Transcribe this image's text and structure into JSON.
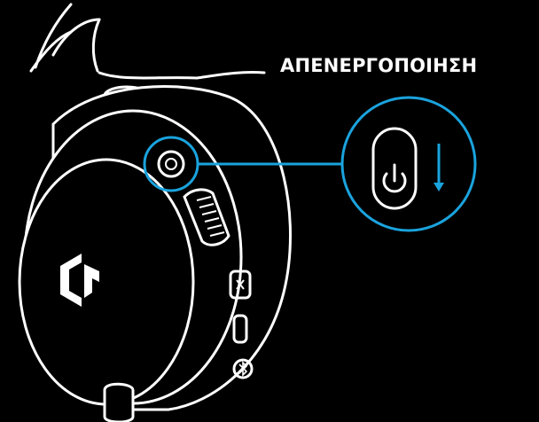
{
  "instruction": {
    "label": "ΑΠΕΝΕΡΓΟΠΟΙΗΣΗ"
  },
  "colors": {
    "background": "#000000",
    "outline": "#ffffff",
    "highlight": "#1aa3dd"
  },
  "icons": {
    "brand_logo": "logitech-g-logo",
    "power": "power-icon",
    "mic_mute": "mic-mute-icon",
    "usb_port": "usb-c-port-icon",
    "bluetooth": "bluetooth-icon",
    "direction": "arrow-down-icon"
  },
  "switch_state": "off"
}
